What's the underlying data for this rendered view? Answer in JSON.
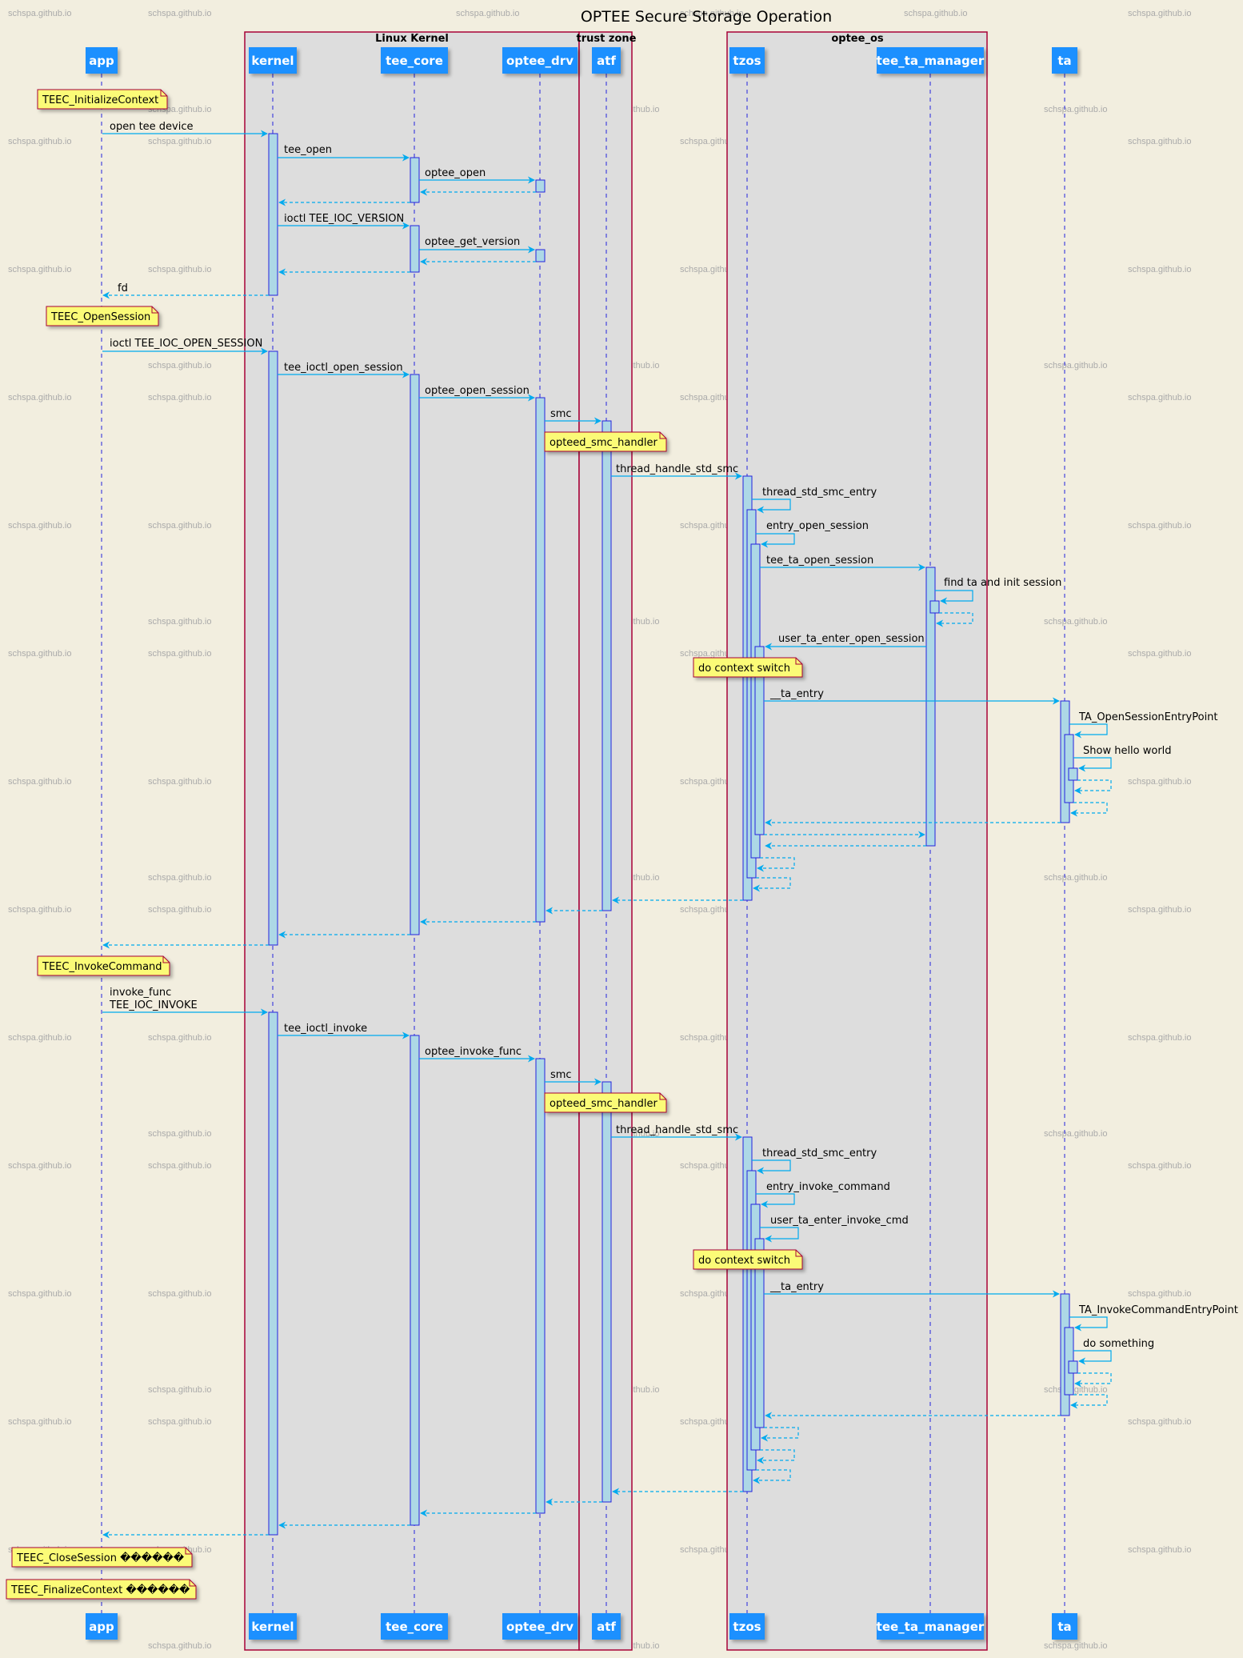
{
  "title": "OPTEE Secure Storage Operation",
  "watermark": "schspa.github.io",
  "colors": {
    "background": "#f2eedf",
    "box_fill": "#dddddd",
    "box_border": "#a80036",
    "participant_fill": "#1e90ff",
    "lifeline": "#2222dd",
    "arrow": "#00aaee",
    "activation_fill": "#add8e6",
    "note_fill": "#fbfb77"
  },
  "boxes": [
    {
      "id": "linux_kernel",
      "title": "Linux Kernel"
    },
    {
      "id": "trust_zone",
      "title": "trust zone"
    },
    {
      "id": "optee_os",
      "title": "optee_os"
    }
  ],
  "participants": [
    {
      "id": "app",
      "label": "app"
    },
    {
      "id": "kernel",
      "label": "kernel"
    },
    {
      "id": "tee_core",
      "label": "tee_core"
    },
    {
      "id": "optee_drv",
      "label": "optee_drv"
    },
    {
      "id": "atf",
      "label": "atf"
    },
    {
      "id": "tzos",
      "label": "tzos"
    },
    {
      "id": "tee_ta_manager",
      "label": "tee_ta_manager"
    },
    {
      "id": "ta",
      "label": "ta"
    }
  ],
  "notes": [
    {
      "id": "n_init_ctx",
      "text": "TEEC_InitializeContext"
    },
    {
      "id": "n_open_session",
      "text": "TEEC_OpenSession"
    },
    {
      "id": "n_smc_handler_1",
      "text": "opteed_smc_handler"
    },
    {
      "id": "n_ctx_switch_1",
      "text": "do context switch"
    },
    {
      "id": "n_invoke_cmd",
      "text": "TEEC_InvokeCommand"
    },
    {
      "id": "n_smc_handler_2",
      "text": "opteed_smc_handler"
    },
    {
      "id": "n_ctx_switch_2",
      "text": "do context switch"
    },
    {
      "id": "n_close_session",
      "text": "TEEC_CloseSession ������"
    },
    {
      "id": "n_finalize_ctx",
      "text": "TEEC_FinalizeContext ������"
    }
  ],
  "messages": [
    {
      "id": "m_open_tee_device",
      "text": "open tee device"
    },
    {
      "id": "m_tee_open",
      "text": "tee_open"
    },
    {
      "id": "m_optee_open",
      "text": "optee_open"
    },
    {
      "id": "m_ioctl_version",
      "text": "ioctl TEE_IOC_VERSION"
    },
    {
      "id": "m_optee_get_version",
      "text": "optee_get_version"
    },
    {
      "id": "m_fd",
      "text": "fd"
    },
    {
      "id": "m_ioctl_open_session",
      "text": "ioctl TEE_IOC_OPEN_SESSION"
    },
    {
      "id": "m_tee_ioctl_open_session",
      "text": "tee_ioctl_open_session"
    },
    {
      "id": "m_optee_open_session",
      "text": "optee_open_session"
    },
    {
      "id": "m_smc_1",
      "text": "smc"
    },
    {
      "id": "m_thread_handle_std_smc_1",
      "text": "thread_handle_std_smc"
    },
    {
      "id": "m_thread_std_smc_entry_1",
      "text": "thread_std_smc_entry"
    },
    {
      "id": "m_entry_open_session",
      "text": "entry_open_session"
    },
    {
      "id": "m_tee_ta_open_session",
      "text": "tee_ta_open_session"
    },
    {
      "id": "m_find_ta",
      "text": "find ta and init session"
    },
    {
      "id": "m_user_ta_enter_open_session",
      "text": "user_ta_enter_open_session"
    },
    {
      "id": "m_ta_entry_1",
      "text": "__ta_entry"
    },
    {
      "id": "m_ta_open_session_ep",
      "text": "TA_OpenSessionEntryPoint"
    },
    {
      "id": "m_show_hello",
      "text": "Show hello world"
    },
    {
      "id": "m_invoke_func_1",
      "text": "invoke_func"
    },
    {
      "id": "m_invoke_func_2",
      "text": "TEE_IOC_INVOKE"
    },
    {
      "id": "m_tee_ioctl_invoke",
      "text": "tee_ioctl_invoke"
    },
    {
      "id": "m_optee_invoke_func",
      "text": "optee_invoke_func"
    },
    {
      "id": "m_smc_2",
      "text": "smc"
    },
    {
      "id": "m_thread_handle_std_smc_2",
      "text": "thread_handle_std_smc"
    },
    {
      "id": "m_thread_std_smc_entry_2",
      "text": "thread_std_smc_entry"
    },
    {
      "id": "m_entry_invoke_command",
      "text": "entry_invoke_command"
    },
    {
      "id": "m_user_ta_enter_invoke_cmd",
      "text": "user_ta_enter_invoke_cmd"
    },
    {
      "id": "m_ta_entry_2",
      "text": "__ta_entry"
    },
    {
      "id": "m_ta_invoke_cmd_ep",
      "text": "TA_InvokeCommandEntryPoint"
    },
    {
      "id": "m_do_something",
      "text": "do something"
    }
  ]
}
